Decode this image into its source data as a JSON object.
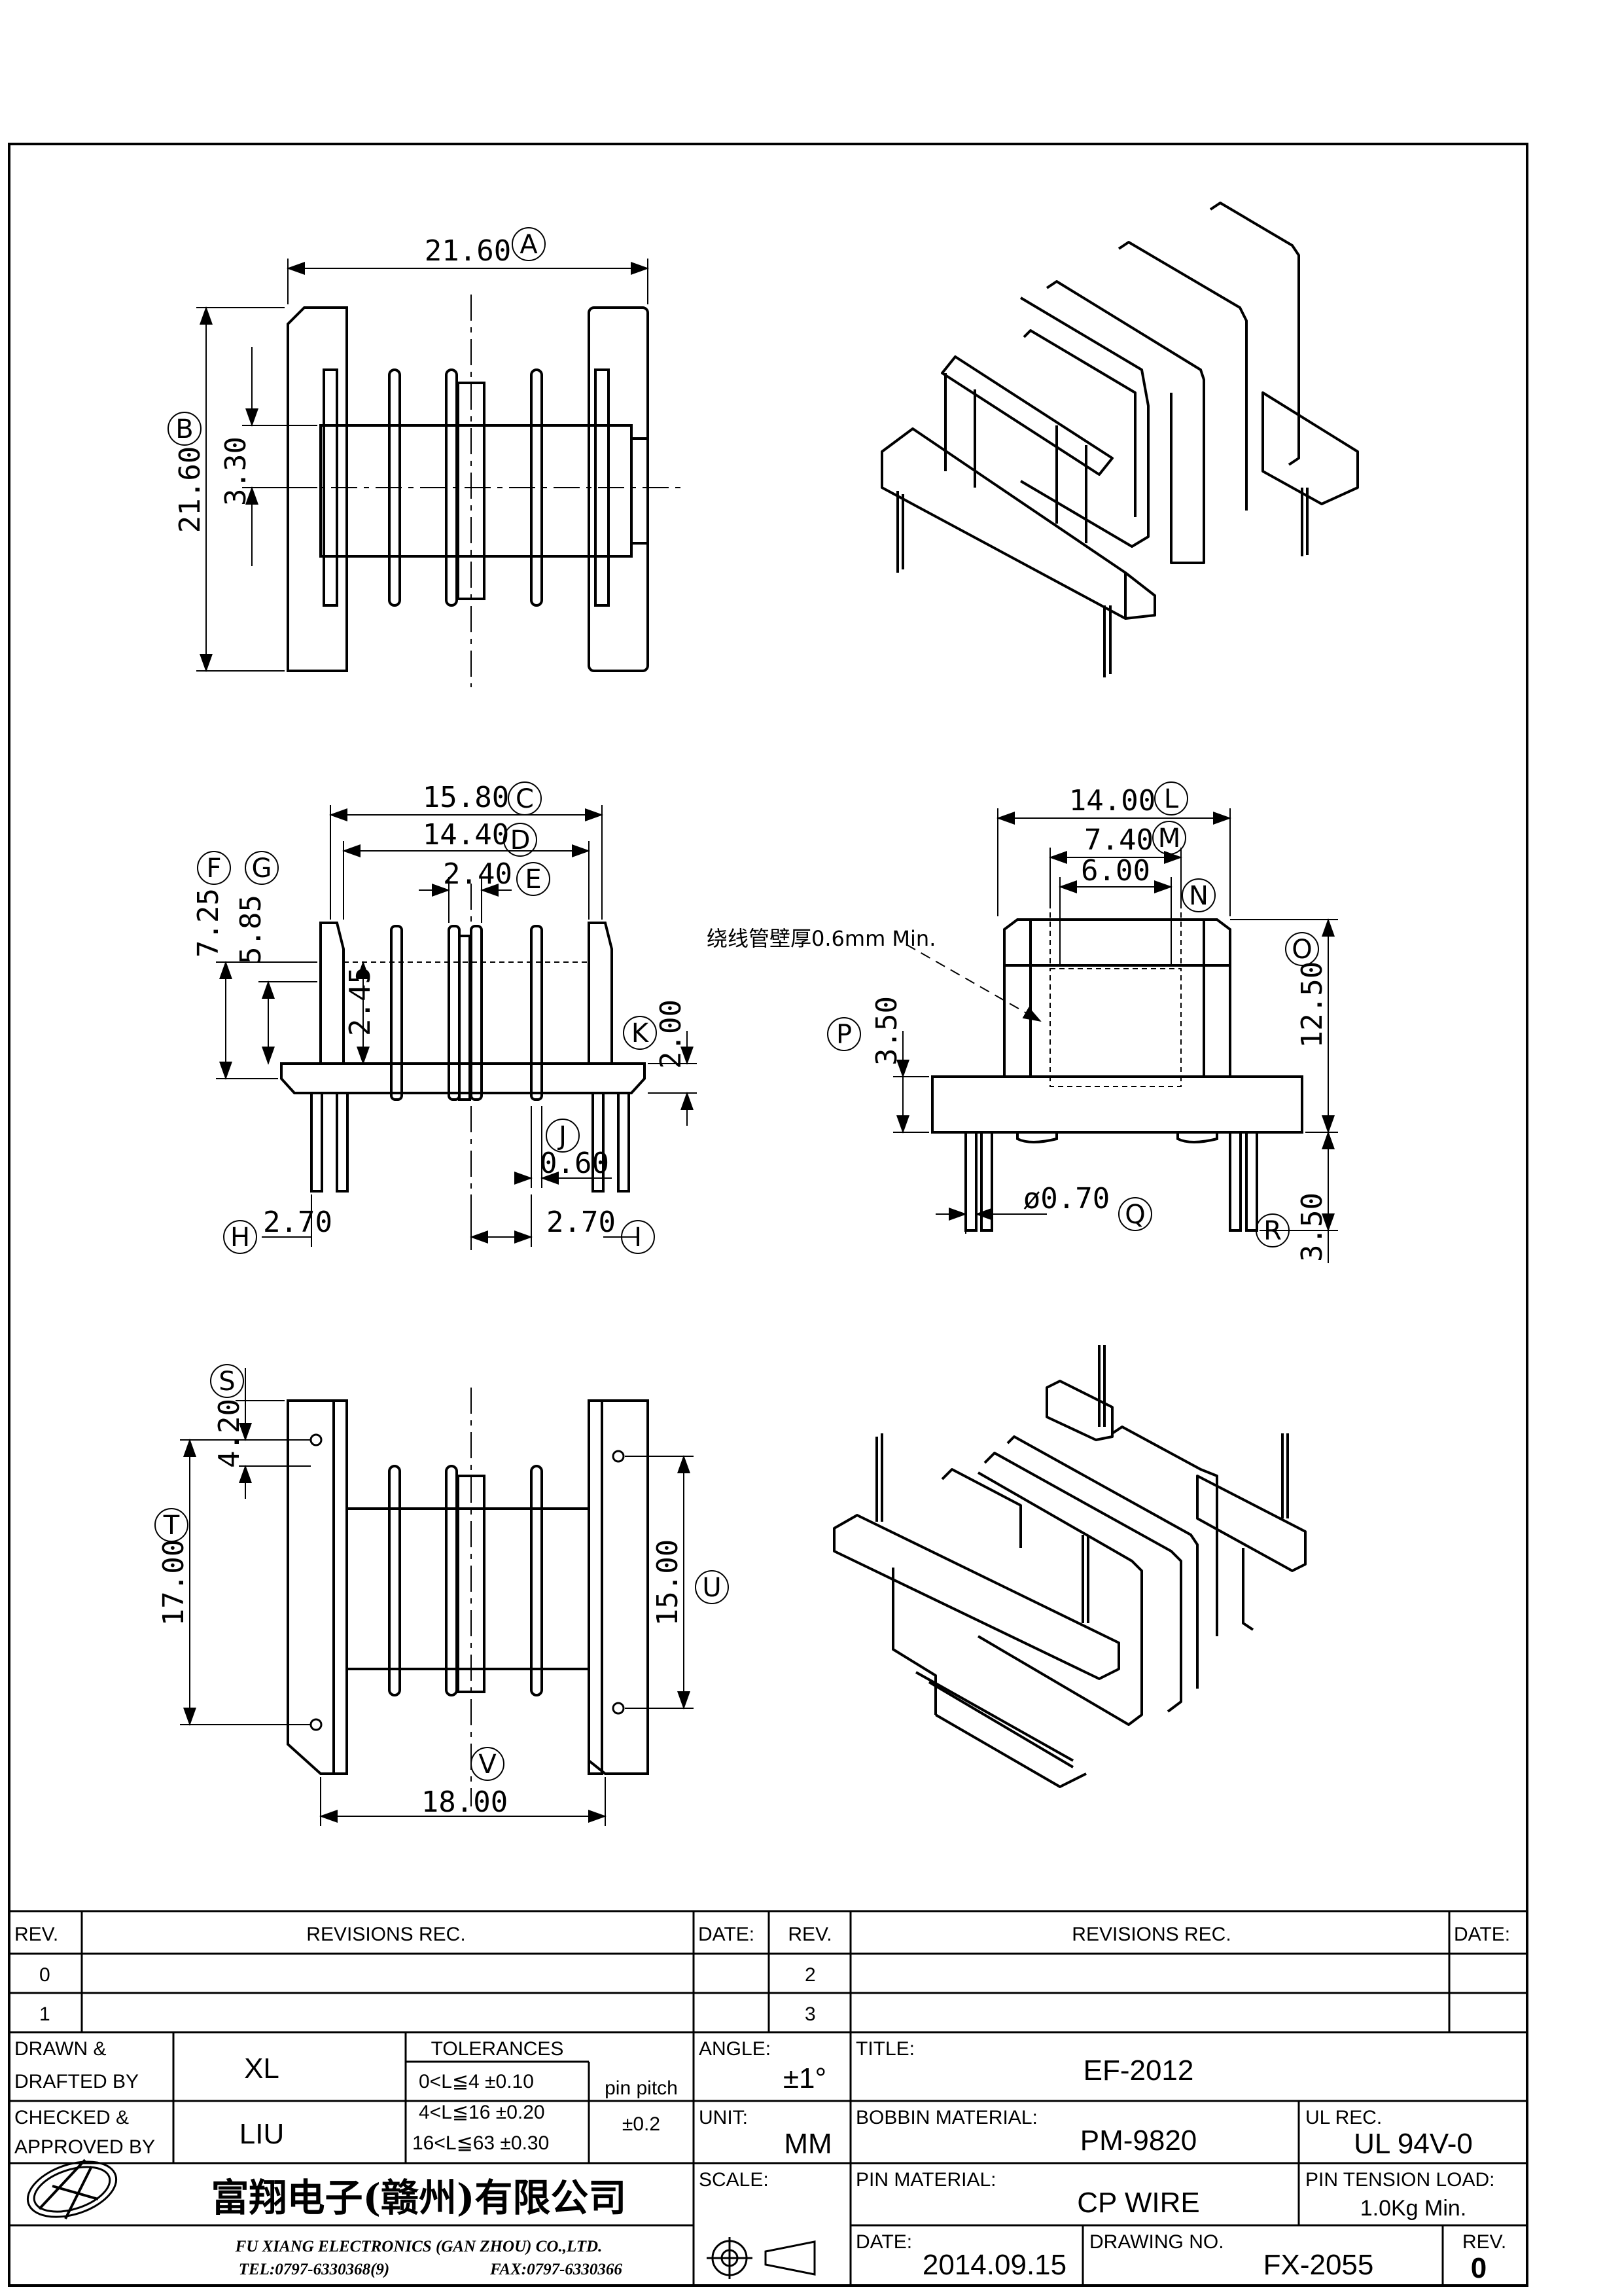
{
  "labels": {
    "A": "A",
    "B": "B",
    "C": "C",
    "D": "D",
    "E": "E",
    "F": "F",
    "G": "G",
    "H": "H",
    "I": "I",
    "J": "J",
    "K": "K",
    "L": "L",
    "M": "M",
    "N": "N",
    "O": "O",
    "P": "P",
    "Q": "Q",
    "R": "R",
    "S": "S",
    "T": "T",
    "U": "U",
    "V": "V"
  },
  "dims": {
    "A": "21.60",
    "B": "21.60",
    "b2": "3.30",
    "C": "15.80",
    "D": "14.40",
    "E": "2.40",
    "F": "7.25",
    "G": "5.85",
    "g2": "2.45",
    "K": "2.00",
    "J": "0.60",
    "H": "2.70",
    "I": "2.70",
    "L": "14.00",
    "M": "7.40",
    "N": "6.00",
    "O": "12.50",
    "P": "3.50",
    "Q": "ø0.70",
    "R": "3.50",
    "S": "4.20",
    "T": "17.00",
    "U": "15.00",
    "V": "18.00"
  },
  "note": "绕线管壁厚0.6mm Min.",
  "title_block": {
    "rev_head": "REV.",
    "revisions_head": "REVISIONS  REC.",
    "date_head": "DATE:",
    "rev_rows_left": [
      "0",
      "1"
    ],
    "rev_rows_right": [
      "2",
      "3"
    ],
    "drawn": "DRAWN &\nDRAFTED BY",
    "drawn_by": "XL",
    "checked": "CHECKED &\nAPPROVED BY",
    "checked_by": "LIU",
    "tolerances": "TOLERANCES",
    "tol_rows": [
      "0<L≦4   ±0.10",
      "4<L≦16  ±0.20",
      "16<L≦63 ±0.30"
    ],
    "pin_pitch": "pin pitch",
    "pin_pitch_tol": "±0.2",
    "angle": "ANGLE:",
    "angle_val": "±1°",
    "unit": "UNIT:",
    "unit_val": "MM",
    "scale": "SCALE:",
    "title": "TITLE:",
    "title_val": "EF-2012",
    "bobbin_material": "BOBBIN MATERIAL:",
    "bobbin_material_val": "PM-9820",
    "ul_rec": "UL REC.",
    "ul_rec_val": "UL 94V-0",
    "pin_material": "PIN MATERIAL:",
    "pin_material_val": "CP WIRE",
    "pin_tension": "PIN TENSION LOAD:",
    "pin_tension_val": "1.0Kg Min.",
    "date": "DATE:",
    "date_val": "2014.09.15",
    "drawing_no": "DRAWING NO.",
    "drawing_no_val": "FX-2055",
    "rev": "REV.",
    "rev_val": "0",
    "company_cn": "富翔电子(赣州)有限公司",
    "company_en": "FU XIANG ELECTRONICS (GAN ZHOU) CO.,LTD.",
    "tel": "TEL:0797-6330368(9)",
    "fax": "FAX:0797-6330366"
  }
}
